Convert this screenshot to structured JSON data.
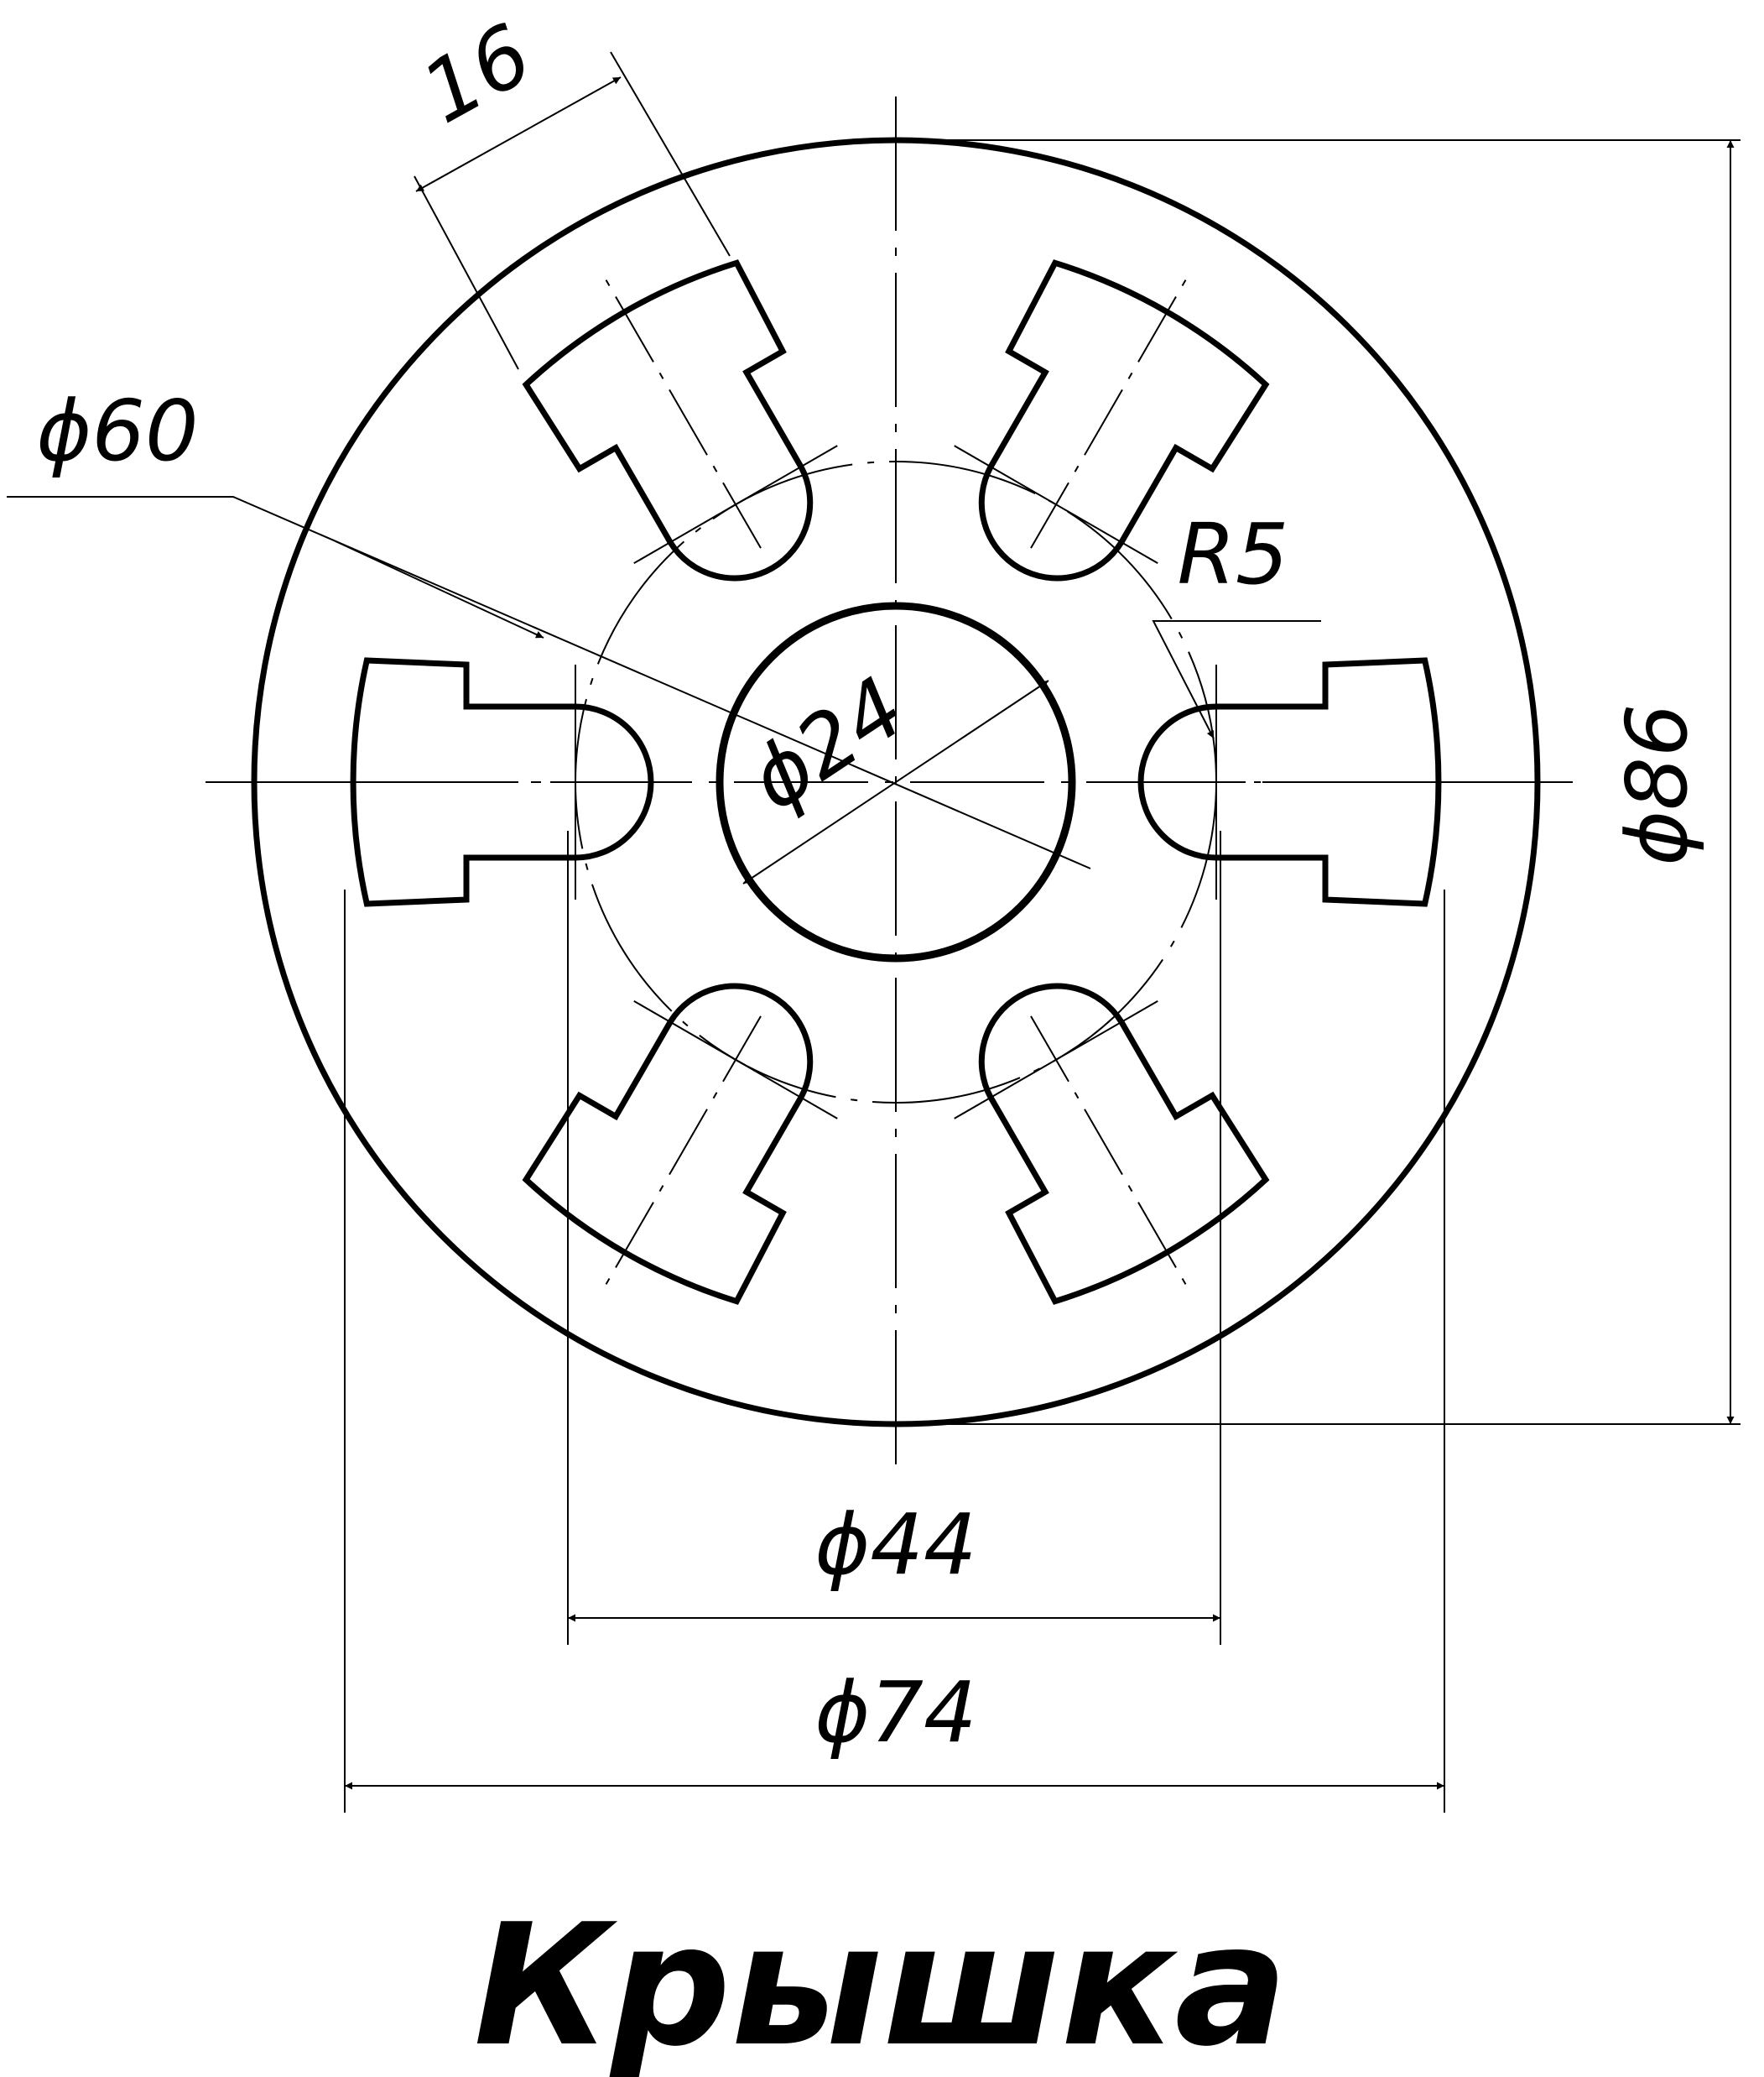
{
  "title": "Крышка",
  "dimensions": {
    "slot_width": "16",
    "pitch_circle": "ϕ60",
    "hub_hole": "ϕ24",
    "slot_radius": "R5",
    "outer_diameter": "ϕ86",
    "slot_inner_span": "ϕ44",
    "slot_outer_span": "ϕ74"
  },
  "colors": {
    "ink": "#000000",
    "paper": "#ffffff"
  }
}
